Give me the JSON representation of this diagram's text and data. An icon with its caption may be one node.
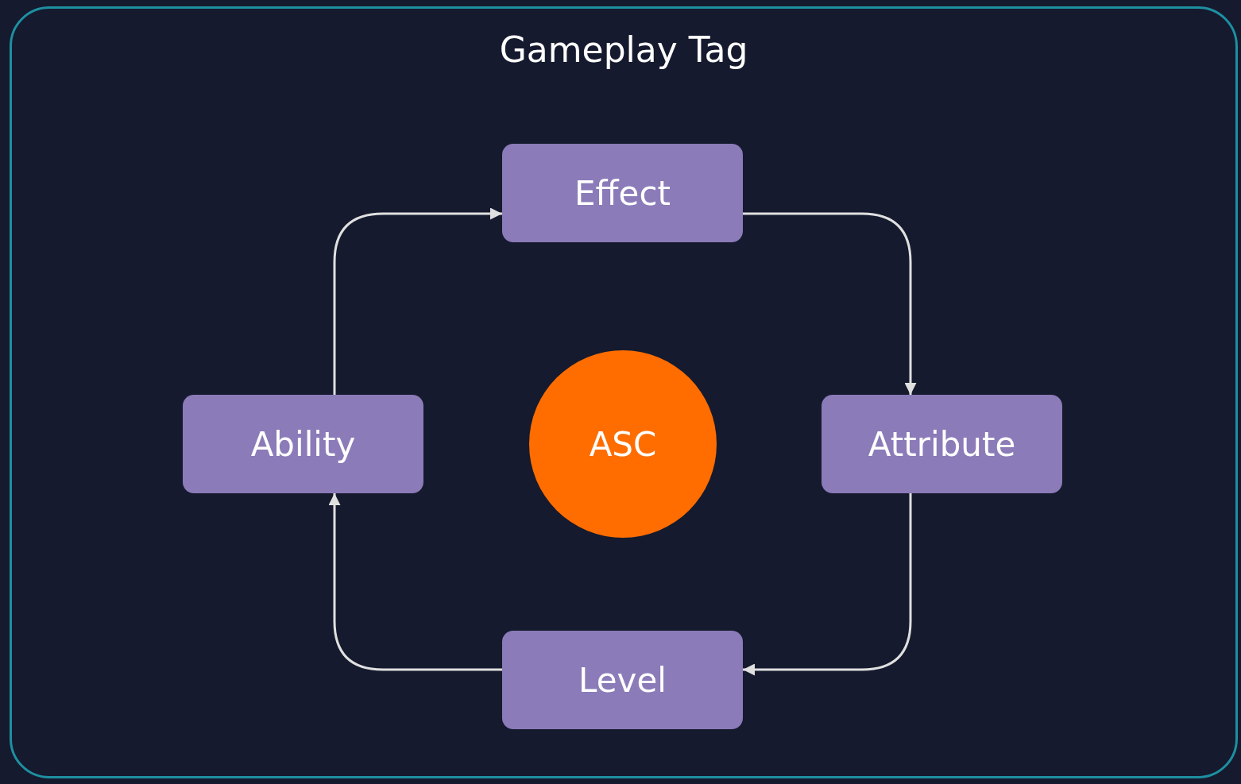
{
  "diagram": {
    "nodes": [
      {
        "text": [
          "Gameplay Tag"
        ]
      },
      {
        "text": [
          "Effect"
        ],
        "in": 0
      },
      {
        "text": [
          "Ability"
        ],
        "in": 0
      },
      {
        "text": [
          "ASC"
        ],
        "in": 0
      },
      {
        "text": [
          "Attribute"
        ],
        "in": 0
      },
      {
        "text": [
          "Level"
        ],
        "in": 0
      }
    ],
    "edges": [
      {
        "from": 2,
        "to": 1,
        "arrow": "to"
      },
      {
        "from": 1,
        "to": 4,
        "arrow": "to"
      },
      {
        "from": 4,
        "to": 5,
        "arrow": "to"
      },
      {
        "from": 5,
        "to": 2,
        "arrow": "to"
      }
    ]
  }
}
